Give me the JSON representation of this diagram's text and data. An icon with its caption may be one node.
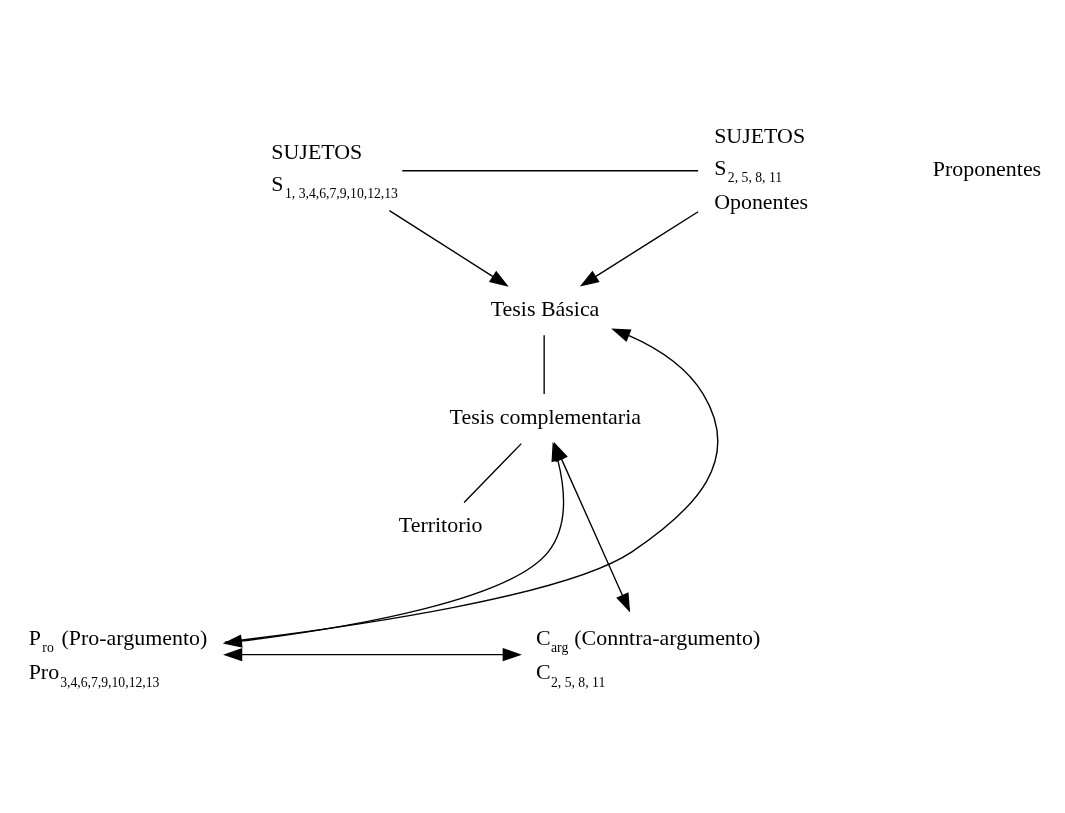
{
  "diagram": {
    "nodes": [
      {
        "text": [
          "SUJETOS",
          "S$_{1, 3,4,6,7,9,10,12,13}$"
        ]
      },
      {
        "text": [
          "SUJETOS",
          "S$_{2, 5, 8, 11}$",
          "Oponentes"
        ]
      },
      {
        "text": [
          "Tesis Básica"
        ]
      },
      {
        "text": [
          "Tesis complementaria"
        ]
      },
      {
        "text": [
          "Territorio"
        ]
      },
      {
        "text": [
          "P$_{ro}$ (Pro-argumento)",
          "Pro$_{3,4,6,7,9,10,12,13}$"
        ]
      },
      {
        "text": [
          "C$_{arg}$ (Conntra-argumento)",
          "C$_{2, 5, 8, 11}$"
        ]
      }
    ],
    "edges": [
      {
        "from": 0,
        "to": 1,
        "arrow": "none"
      },
      {
        "from": 0,
        "to": 2,
        "arrow": "to"
      },
      {
        "from": 1,
        "to": 2,
        "arrow": "to"
      },
      {
        "from": 2,
        "to": 3,
        "arrow": "none"
      },
      {
        "from": 3,
        "to": 4,
        "arrow": "none"
      },
      {
        "from": 5,
        "to": 2,
        "arrow": "to"
      },
      {
        "from": 5,
        "to": 3,
        "arrow": "both"
      },
      {
        "from": 3,
        "to": 6,
        "arrow": "both"
      },
      {
        "from": 5,
        "to": 6,
        "arrow": "both"
      }
    ],
    "labels": [
      "Proponentes"
    ]
  }
}
